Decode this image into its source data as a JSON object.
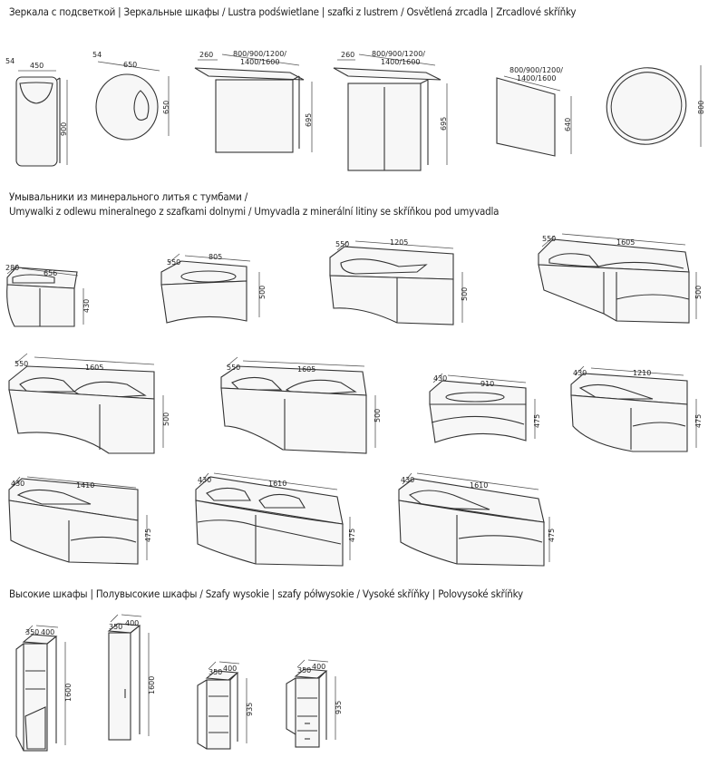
{
  "sections": {
    "mirrors_title": "Зеркала с подсветкой | Зеркальные шкафы / Lustra podświetlane | szafki z lustrem / Osvětlená zrcadla | Zrcadlové skříňky",
    "basins_title_1": "Умывальники из минерального литья с тумбами /",
    "basins_title_2": "Umywalki z odlewu mineralnego z szafkami dolnymi / Umyvadla z minerální litiny se skříňkou pod umyvadla",
    "tall_title": "Высокие шкафы | Полувысокие шкафы / Szafy wysokie | szafy półwysokie / Vysoké skříňky | Polovysoké skříňky"
  },
  "dims": {
    "m1": {
      "d": "54",
      "w": "450",
      "h": "900"
    },
    "m2": {
      "d": "54",
      "w": "650",
      "h": "650"
    },
    "m3": {
      "d": "260",
      "w1": "800/900/1200/",
      "w2": "1400/1600",
      "h": "695"
    },
    "m4": {
      "d": "260",
      "w1": "800/900/1200/",
      "w2": "1400/1600",
      "h": "695"
    },
    "m5": {
      "w1": "800/900/1200/",
      "w2": "1400/1600",
      "h": "640"
    },
    "m6": {
      "h": "800"
    },
    "b1": {
      "d": "280",
      "w": "656",
      "h": "430"
    },
    "b2": {
      "d": "550",
      "w": "805",
      "h": "500"
    },
    "b3": {
      "d": "550",
      "w": "1205",
      "h": "500"
    },
    "b4": {
      "d": "550",
      "w": "1605",
      "h": "500"
    },
    "b5": {
      "d": "550",
      "w": "1605",
      "h": "500"
    },
    "b6": {
      "d": "550",
      "w": "1605",
      "h": "500"
    },
    "b7": {
      "d": "430",
      "w": "910",
      "h": "475"
    },
    "b8": {
      "d": "430",
      "w": "1210",
      "h": "475"
    },
    "b9": {
      "d": "430",
      "w": "1410",
      "h": "475"
    },
    "b10": {
      "d": "430",
      "w": "1610",
      "h": "475"
    },
    "b11": {
      "d": "430",
      "w": "1610",
      "h": "475"
    },
    "t1": {
      "d": "350",
      "w": "400",
      "h": "1600"
    },
    "t2": {
      "d": "350",
      "w": "400",
      "h": "1600"
    },
    "t3": {
      "d": "350",
      "w": "400",
      "h": "935"
    },
    "t4": {
      "d": "350",
      "w": "400",
      "h": "935"
    }
  }
}
